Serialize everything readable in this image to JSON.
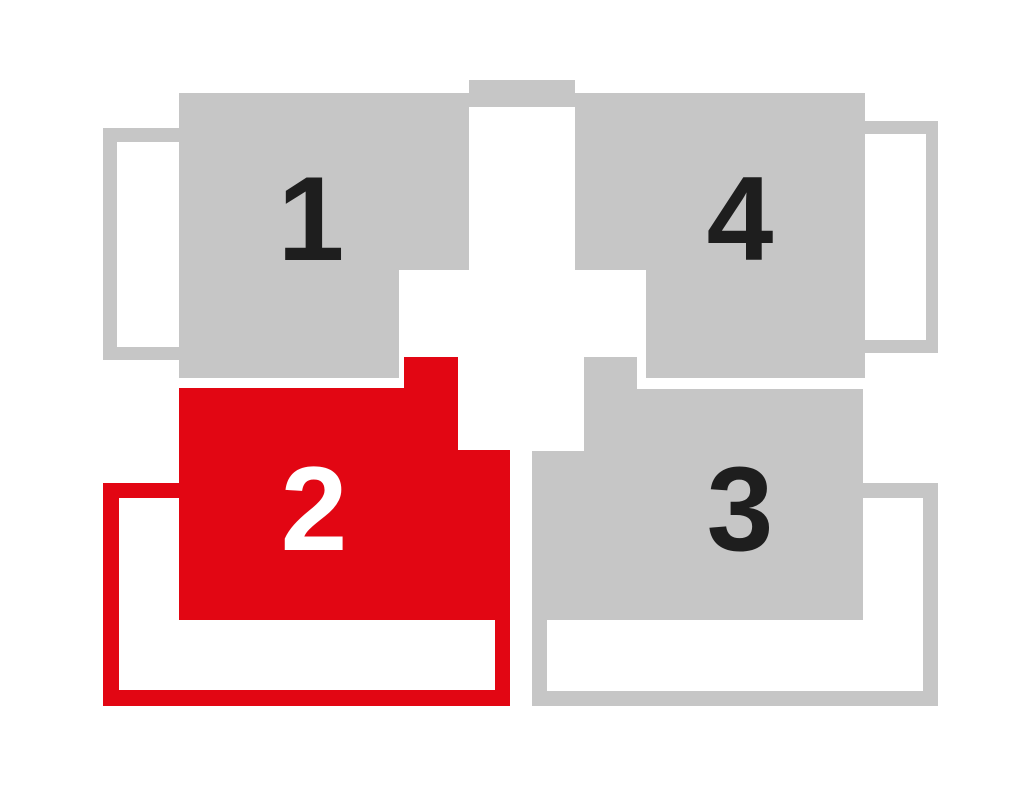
{
  "diagram": {
    "type": "floor-plan-zones",
    "colors": {
      "inactive": "#c6c6c6",
      "active": "#e20613",
      "label_dark": "#1e1e1e",
      "label_light": "#ffffff",
      "background": "#ffffff"
    },
    "zones": [
      {
        "id": "1",
        "label": "1",
        "state": "inactive",
        "position": "top-left"
      },
      {
        "id": "2",
        "label": "2",
        "state": "active",
        "position": "bottom-left"
      },
      {
        "id": "3",
        "label": "3",
        "state": "inactive",
        "position": "bottom-right"
      },
      {
        "id": "4",
        "label": "4",
        "state": "inactive",
        "position": "top-right"
      }
    ]
  }
}
